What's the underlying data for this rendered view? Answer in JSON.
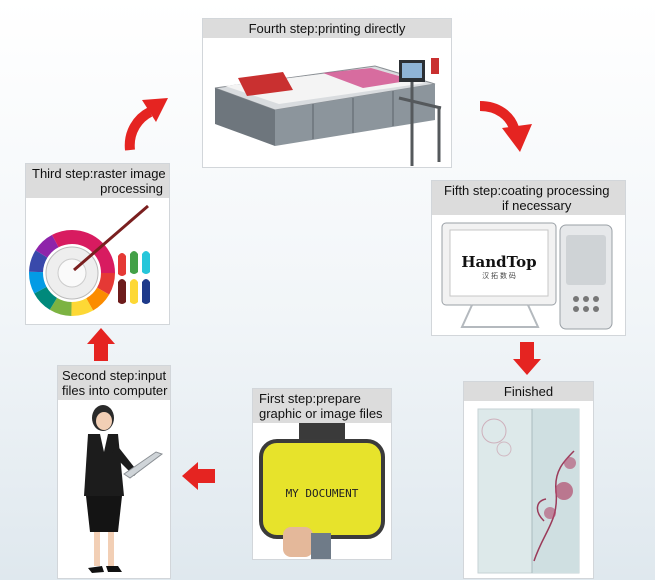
{
  "steps": {
    "step1": {
      "line1": "First step:prepare",
      "line2": "graphic or image files",
      "sleeve_text": "MY DOCUMENT"
    },
    "step2": {
      "line1": "Second step:input",
      "line2": "files into computer"
    },
    "step3": {
      "line1": "Third step:raster image",
      "line2": "processing"
    },
    "step4": {
      "title": "Fourth step:printing directly"
    },
    "step5": {
      "line1": "Fifth step:coating processing",
      "line2": "if necessary",
      "logo_text": "HandTop",
      "logo_sub": "汉 拓 数 码"
    },
    "finished": {
      "title": "Finished"
    }
  },
  "colors": {
    "arrow": "#e52421",
    "caption_bg": "#dcdcdc"
  },
  "arrows": [
    {
      "name": "arrow-step1-to-step2",
      "direction": "left"
    },
    {
      "name": "arrow-step2-to-step3",
      "direction": "up"
    },
    {
      "name": "arrow-step3-to-step4",
      "direction": "up-right"
    },
    {
      "name": "arrow-step4-to-step5",
      "direction": "down-right"
    },
    {
      "name": "arrow-step5-to-finished",
      "direction": "down"
    }
  ]
}
